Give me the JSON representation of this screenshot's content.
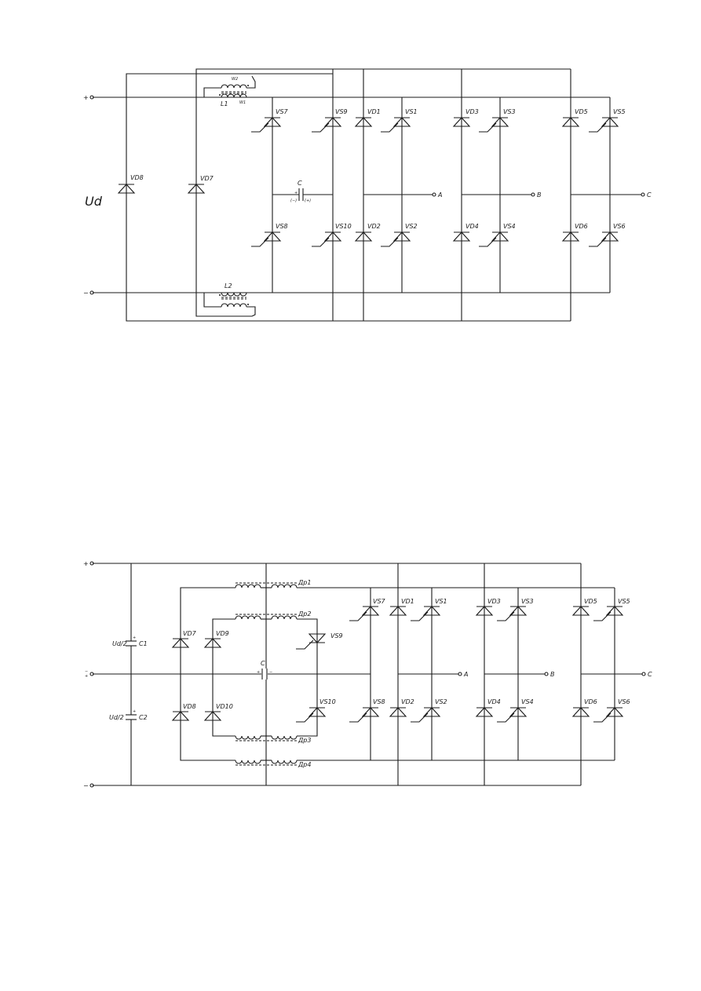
{
  "diagram1": {
    "supply_label": "Ud",
    "terminal_plus": "+",
    "terminal_minus": "−",
    "choke1": {
      "label": "L1",
      "winding2": "W2",
      "winding1": "W1"
    },
    "choke2": {
      "label": "L2"
    },
    "clamp_diodes": {
      "vd8": "VD8",
      "vd7": "VD7"
    },
    "aux": {
      "vs7": "VS7",
      "vs9": "VS9",
      "vs8": "VS8",
      "vs10": "VS10"
    },
    "capacitor": {
      "label": "C",
      "pol_left": "(−)",
      "pol_right": "(+)",
      "plus": "+"
    },
    "phases": [
      {
        "vd_top": "VD1",
        "vs_top": "VS1",
        "vd_bot": "VD2",
        "vs_bot": "VS2",
        "out": "A"
      },
      {
        "vd_top": "VD3",
        "vs_top": "VS3",
        "vd_bot": "VD4",
        "vs_bot": "VS4",
        "out": "B"
      },
      {
        "vd_top": "VD5",
        "vs_top": "VS5",
        "vd_bot": "VD6",
        "vs_bot": "VS6",
        "out": "C"
      }
    ]
  },
  "diagram2": {
    "terminal_plus": "+",
    "terminal_mid": "−\n+",
    "terminal_minus": "−",
    "c1": {
      "label": "C1",
      "value": "Ud/2",
      "plus": "+"
    },
    "c2": {
      "label": "C2",
      "value": "Ud/2",
      "plus": "+"
    },
    "chokes": {
      "dr1": "Др1",
      "dr2": "Др2",
      "dr3": "Др3",
      "dr4": "Др4"
    },
    "diodes": {
      "vd7": "VD7",
      "vd8": "VD8",
      "vd9": "VD9",
      "vd10": "VD10"
    },
    "thyristors": {
      "vs9": "VS9",
      "vs10": "VS10",
      "vs7": "VS7",
      "vs8": "VS8"
    },
    "capacitor": {
      "label": "C",
      "plus": "+",
      "minus": "−"
    },
    "phases": [
      {
        "vd_top": "VD1",
        "vs_top": "VS1",
        "vd_bot": "VD2",
        "vs_bot": "VS2",
        "out": "A"
      },
      {
        "vd_top": "VD3",
        "vs_top": "VS3",
        "vd_bot": "VD4",
        "vs_bot": "VS4",
        "out": "B"
      },
      {
        "vd_top": "VD5",
        "vs_top": "VS5",
        "vd_bot": "VD6",
        "vs_bot": "VS6",
        "out": "C"
      }
    ]
  }
}
